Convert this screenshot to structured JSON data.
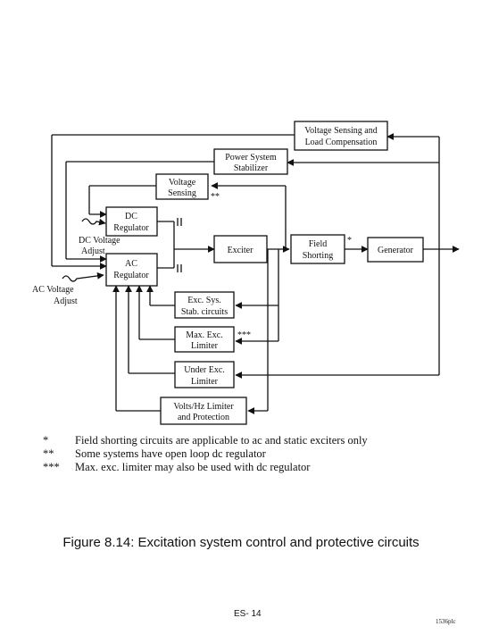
{
  "blocks": {
    "voltage_sensing_load_comp": [
      "Voltage Sensing and",
      "Load Compensation"
    ],
    "power_system_stabilizer": [
      "Power System",
      "Stabilizer"
    ],
    "voltage_sensing": [
      "Voltage",
      "Sensing"
    ],
    "dc_regulator": [
      "DC",
      "Regulator"
    ],
    "ac_regulator": [
      "AC",
      "Regulator"
    ],
    "exciter": "Exciter",
    "field_shorting": [
      "Field",
      "Shorting"
    ],
    "generator": "Generator",
    "exc_sys_stab": [
      "Exc. Sys.",
      "Stab. circuits"
    ],
    "max_exc_limiter": [
      "Max. Exc.",
      "Limiter"
    ],
    "under_exc_limiter": [
      "Under Exc.",
      "Limiter"
    ],
    "volts_hz_limiter": [
      "Volts/Hz Limiter",
      "and Protection"
    ]
  },
  "labels": {
    "dc_voltage_adjust": [
      "DC Voltage",
      "Adjust"
    ],
    "ac_voltage_adjust": [
      "AC Voltage",
      "Adjust"
    ],
    "voltage_sensing_mark": "**",
    "field_shorting_mark": "*",
    "max_exc_mark": "***"
  },
  "notes": [
    {
      "mark": "*",
      "text": "Field shorting circuits are applicable to ac and static exciters only"
    },
    {
      "mark": "**",
      "text": "Some systems have open loop dc regulator"
    },
    {
      "mark": "***",
      "text": "Max. exc. limiter may also be used with dc regulator"
    }
  ],
  "caption": {
    "label": "Figure 8.14:",
    "text": "Excitation system control and protective circuits"
  },
  "footer": "ES- 14",
  "corner_mark": "1536plc"
}
